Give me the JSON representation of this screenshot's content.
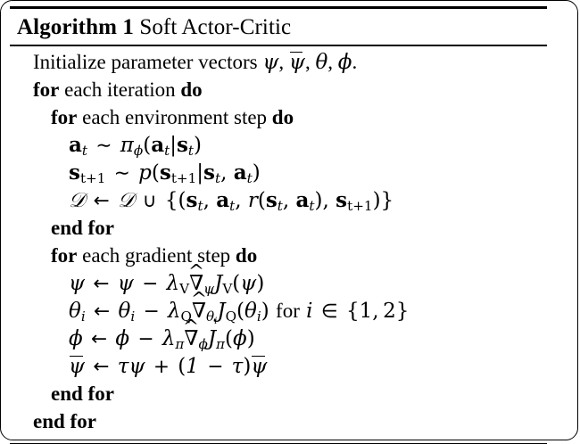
{
  "figure": {
    "kind": "algorithm-float",
    "border_color": "#000000",
    "background_color": "#ffffff",
    "text_color": "#000000"
  },
  "algorithm": {
    "label_keyword": "Algorithm",
    "number": "1",
    "title": "Soft Actor-Critic",
    "title_full": "Algorithm 1 Soft Actor-Critic",
    "lines": [
      {
        "id": "line-initialize",
        "indent": 1,
        "text": "Initialize parameter vectors ψ, ψ̄, θ, ϕ."
      },
      {
        "id": "line-for-iteration",
        "indent": 1,
        "text": "for each iteration do"
      },
      {
        "id": "line-for-env-step",
        "indent": 2,
        "text": "for each environment step do"
      },
      {
        "id": "line-sample-action",
        "indent": 3,
        "text": "a_t ~ π_ϕ(a_t|s_t)"
      },
      {
        "id": "line-sample-next-state",
        "indent": 3,
        "text": "s_{t+1} ~ p(s_{t+1}|s_t, a_t)"
      },
      {
        "id": "line-replay-buffer-update",
        "indent": 3,
        "text": "D ← D ∪ {(s_t, a_t, r(s_t, a_t), s_{t+1})}"
      },
      {
        "id": "line-end-for-env-step",
        "indent": 2,
        "text": "end for"
      },
      {
        "id": "line-for-gradient-step",
        "indent": 2,
        "text": "for each gradient step do"
      },
      {
        "id": "line-update-psi",
        "indent": 3,
        "text": "ψ ← ψ − λ_V ∇̂_ψ J_V(ψ)"
      },
      {
        "id": "line-update-theta",
        "indent": 3,
        "text": "θ_i ← θ_i − λ_Q ∇̂_{θ_i} J_Q(θ_i) for i ∈ {1, 2}"
      },
      {
        "id": "line-update-phi",
        "indent": 3,
        "text": "ϕ ← ϕ − λ_π ∇̂_ϕ J_π(ϕ)"
      },
      {
        "id": "line-update-psi-bar",
        "indent": 3,
        "text": "ψ̄ ← τψ + (1 − τ)ψ̄"
      },
      {
        "id": "line-end-for-gradient-step",
        "indent": 2,
        "text": "end for"
      },
      {
        "id": "line-end-for-iteration",
        "indent": 1,
        "text": "end for"
      }
    ],
    "keywords": [
      "for",
      "do",
      "end for"
    ],
    "symbols": {
      "psi": "ψ",
      "psi_bar": "ψ̄",
      "theta": "θ",
      "phi": "ϕ",
      "pi": "π",
      "tau": "τ",
      "lambda": "λ",
      "nabla_hat": "∇̂",
      "script_d": "𝒟",
      "sim": "∼",
      "leftarrow": "←",
      "cup": "∪",
      "in": "∈"
    }
  }
}
